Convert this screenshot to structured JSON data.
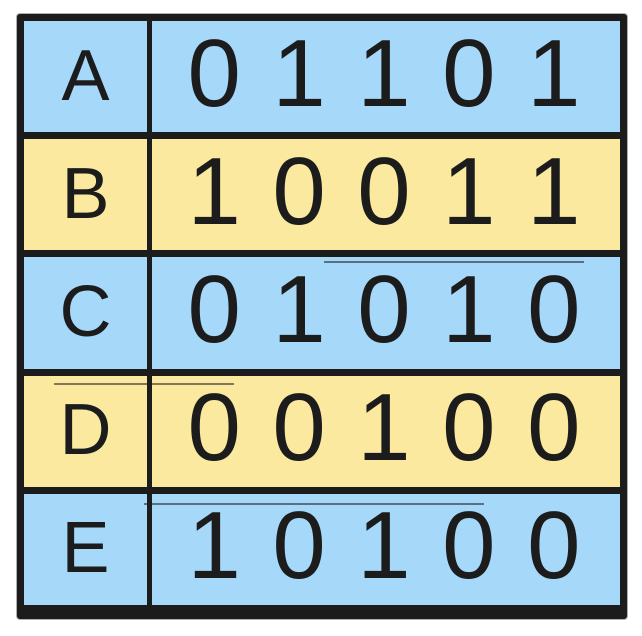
{
  "figure": {
    "kind": "binary-bit-table",
    "colors": {
      "row_blue": "#a6d8fa",
      "row_yellow": "#fae99f",
      "ink": "#1c1c1c",
      "background": "#ffffff"
    }
  },
  "table": {
    "row_count": 5,
    "bits_per_row": 5,
    "rows": [
      {
        "label": "A",
        "color": "blue",
        "bits": [
          "0",
          "1",
          "1",
          "0",
          "1"
        ]
      },
      {
        "label": "B",
        "color": "yellow",
        "bits": [
          "1",
          "0",
          "0",
          "1",
          "1"
        ]
      },
      {
        "label": "C",
        "color": "blue",
        "bits": [
          "0",
          "1",
          "0",
          "1",
          "0"
        ]
      },
      {
        "label": "D",
        "color": "yellow",
        "bits": [
          "0",
          "0",
          "1",
          "0",
          "0"
        ]
      },
      {
        "label": "E",
        "color": "blue",
        "bits": [
          "1",
          "0",
          "1",
          "0",
          "0"
        ]
      }
    ]
  }
}
